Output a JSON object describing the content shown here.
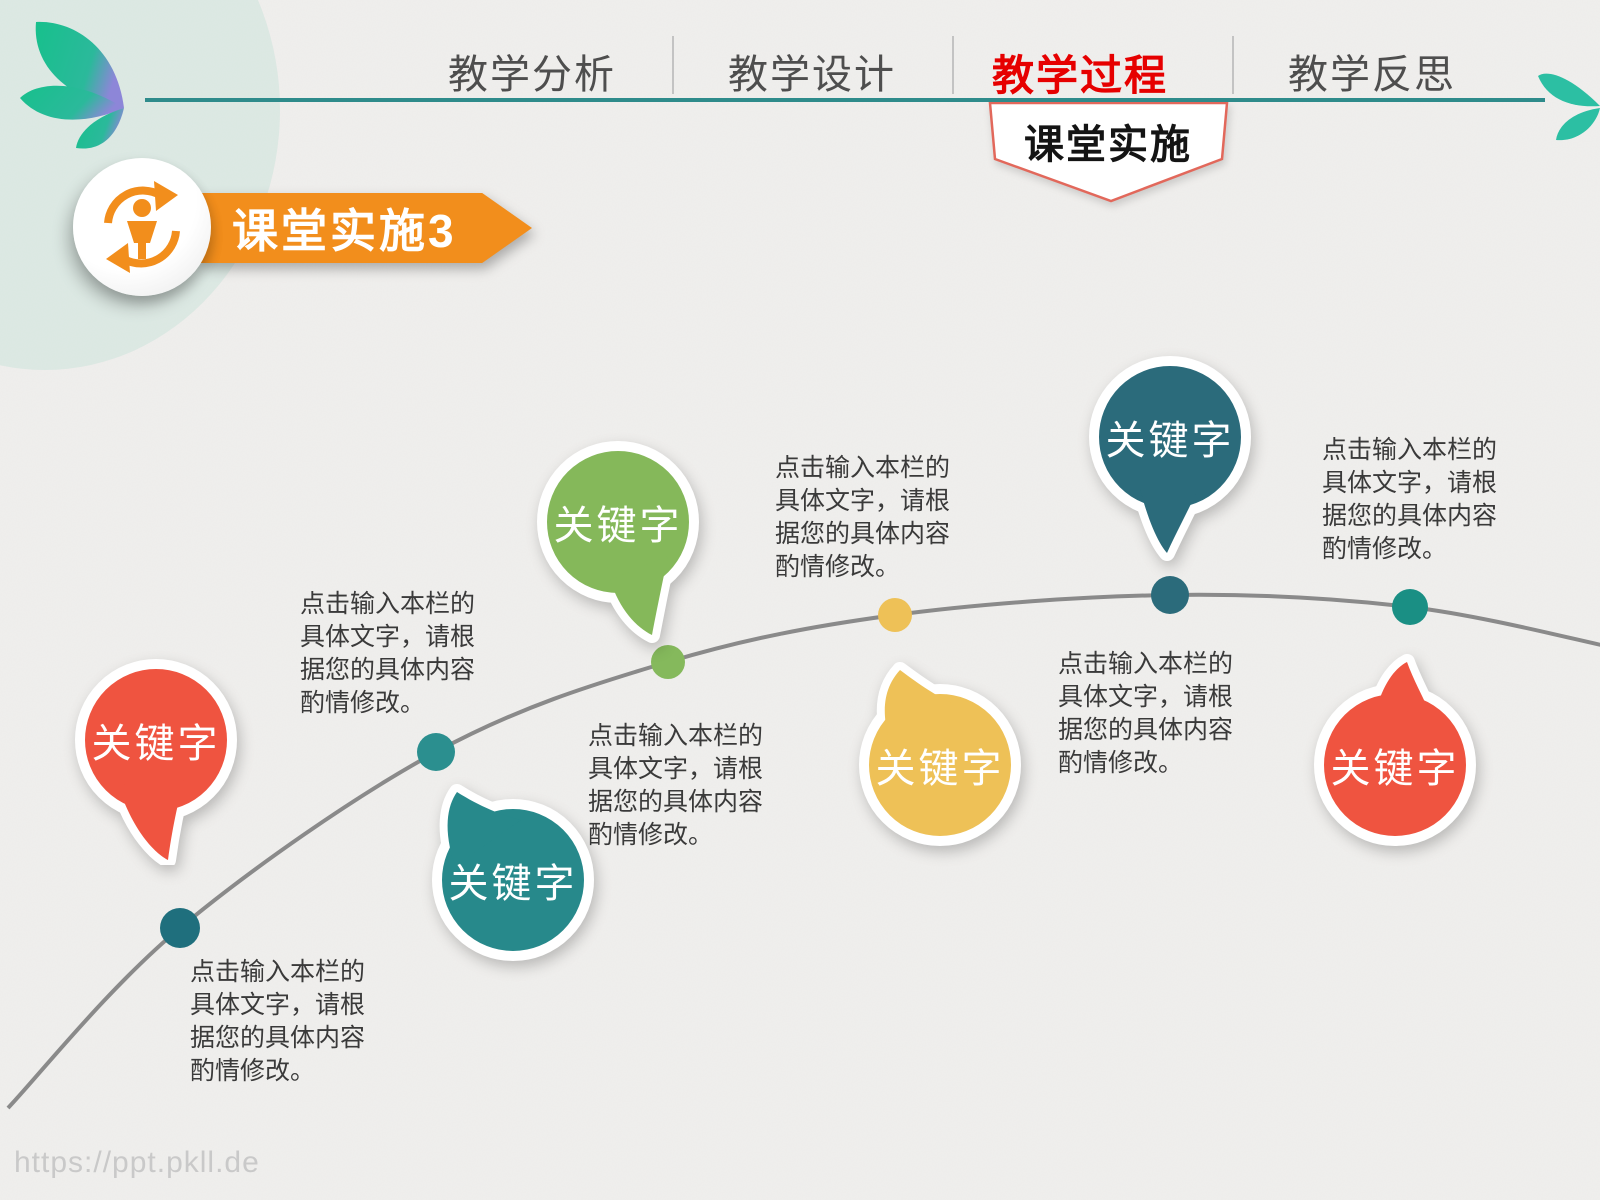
{
  "nav": {
    "tabs": [
      {
        "label": "教学分析",
        "active": false
      },
      {
        "label": "教学设计",
        "active": false
      },
      {
        "label": "教学过程",
        "active": true
      },
      {
        "label": "教学反思",
        "active": false
      }
    ],
    "subtab": "课堂实施"
  },
  "badge": {
    "title": "课堂实施3"
  },
  "timeline": {
    "items": [
      {
        "keyword": "关键字",
        "bubble_color": "#EF5440",
        "dot_color": "#1F6F7D",
        "description": "点击输入本栏的具体文字，请根据您的具体内容酌情修改。"
      },
      {
        "keyword": "关键字",
        "bubble_color": "#27898B",
        "dot_color": "#2B8F8F",
        "description": "点击输入本栏的具体文字，请根据您的具体内容酌情修改。"
      },
      {
        "keyword": "关键字",
        "bubble_color": "#85B85A",
        "dot_color": "#85B95C",
        "description": "点击输入本栏的具体文字，请根据您的具体内容酌情修改。"
      },
      {
        "keyword": "关键字",
        "bubble_color": "#EEC157",
        "dot_color": "#EEC157",
        "description": "点击输入本栏的具体文字，请根据您的具体内容酌情修改。"
      },
      {
        "keyword": "关键字",
        "bubble_color": "#2B6B7B",
        "dot_color": "#2B6B7B",
        "description": "点击输入本栏的具体文字，请根据您的具体内容酌情修改。"
      },
      {
        "keyword": "关键字",
        "bubble_color": "#EF5440",
        "dot_color": "#1A8F84",
        "description": "点击输入本栏的具体文字，请根据您的具体内容酌情修改。"
      }
    ]
  },
  "watermark": "https://ppt.pkll.de",
  "colors": {
    "accent_teal": "#2E8B8B",
    "accent_orange": "#F28E1C",
    "active_red": "#E60000",
    "curve_gray": "#8A8A8A"
  }
}
